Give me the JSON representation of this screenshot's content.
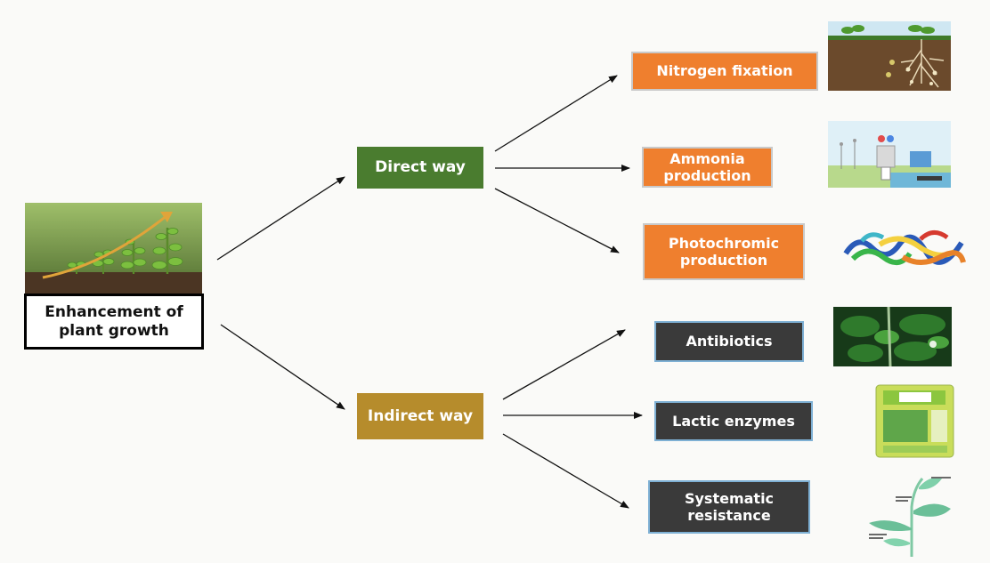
{
  "diagram": {
    "root": {
      "label": "Enhancement of plant growth"
    },
    "branches": [
      {
        "label": "Direct way",
        "color": "#4a7c2f"
      },
      {
        "label": "Indirect way",
        "color": "#b68c2c"
      }
    ],
    "leaves": [
      {
        "label": "Nitrogen fixation",
        "branch": "Direct way"
      },
      {
        "label": "Ammonia production",
        "branch": "Direct way"
      },
      {
        "label": "Photochromic production",
        "branch": "Direct way"
      },
      {
        "label": "Antibiotics",
        "branch": "Indirect way"
      },
      {
        "label": "Lactic enzymes",
        "branch": "Indirect way"
      },
      {
        "label": "Systematic resistance",
        "branch": "Indirect way"
      }
    ]
  },
  "colors": {
    "direct_leaf": "#ef7f2e",
    "indirect_leaf": "#3a3a3a",
    "arrow": "#111111"
  }
}
